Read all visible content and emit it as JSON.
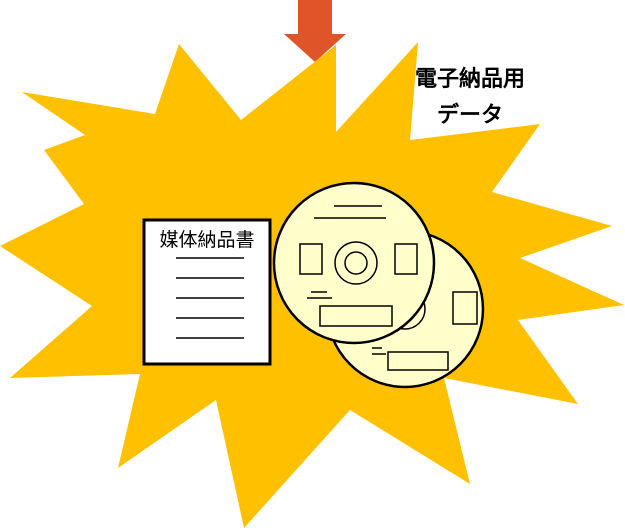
{
  "diagram": {
    "title_line1": "電子納品用",
    "title_line2": "データ",
    "document_title": "媒体納品書"
  },
  "colors": {
    "burst_fill": "#ffc000",
    "arrow_fill": "#e0542a",
    "disc_fill": "#ffffcc",
    "paper_fill": "#ffffff",
    "stroke": "#000000"
  },
  "icons": [
    "down-arrow-icon",
    "starburst-shape",
    "document-icon",
    "disc-icon"
  ]
}
